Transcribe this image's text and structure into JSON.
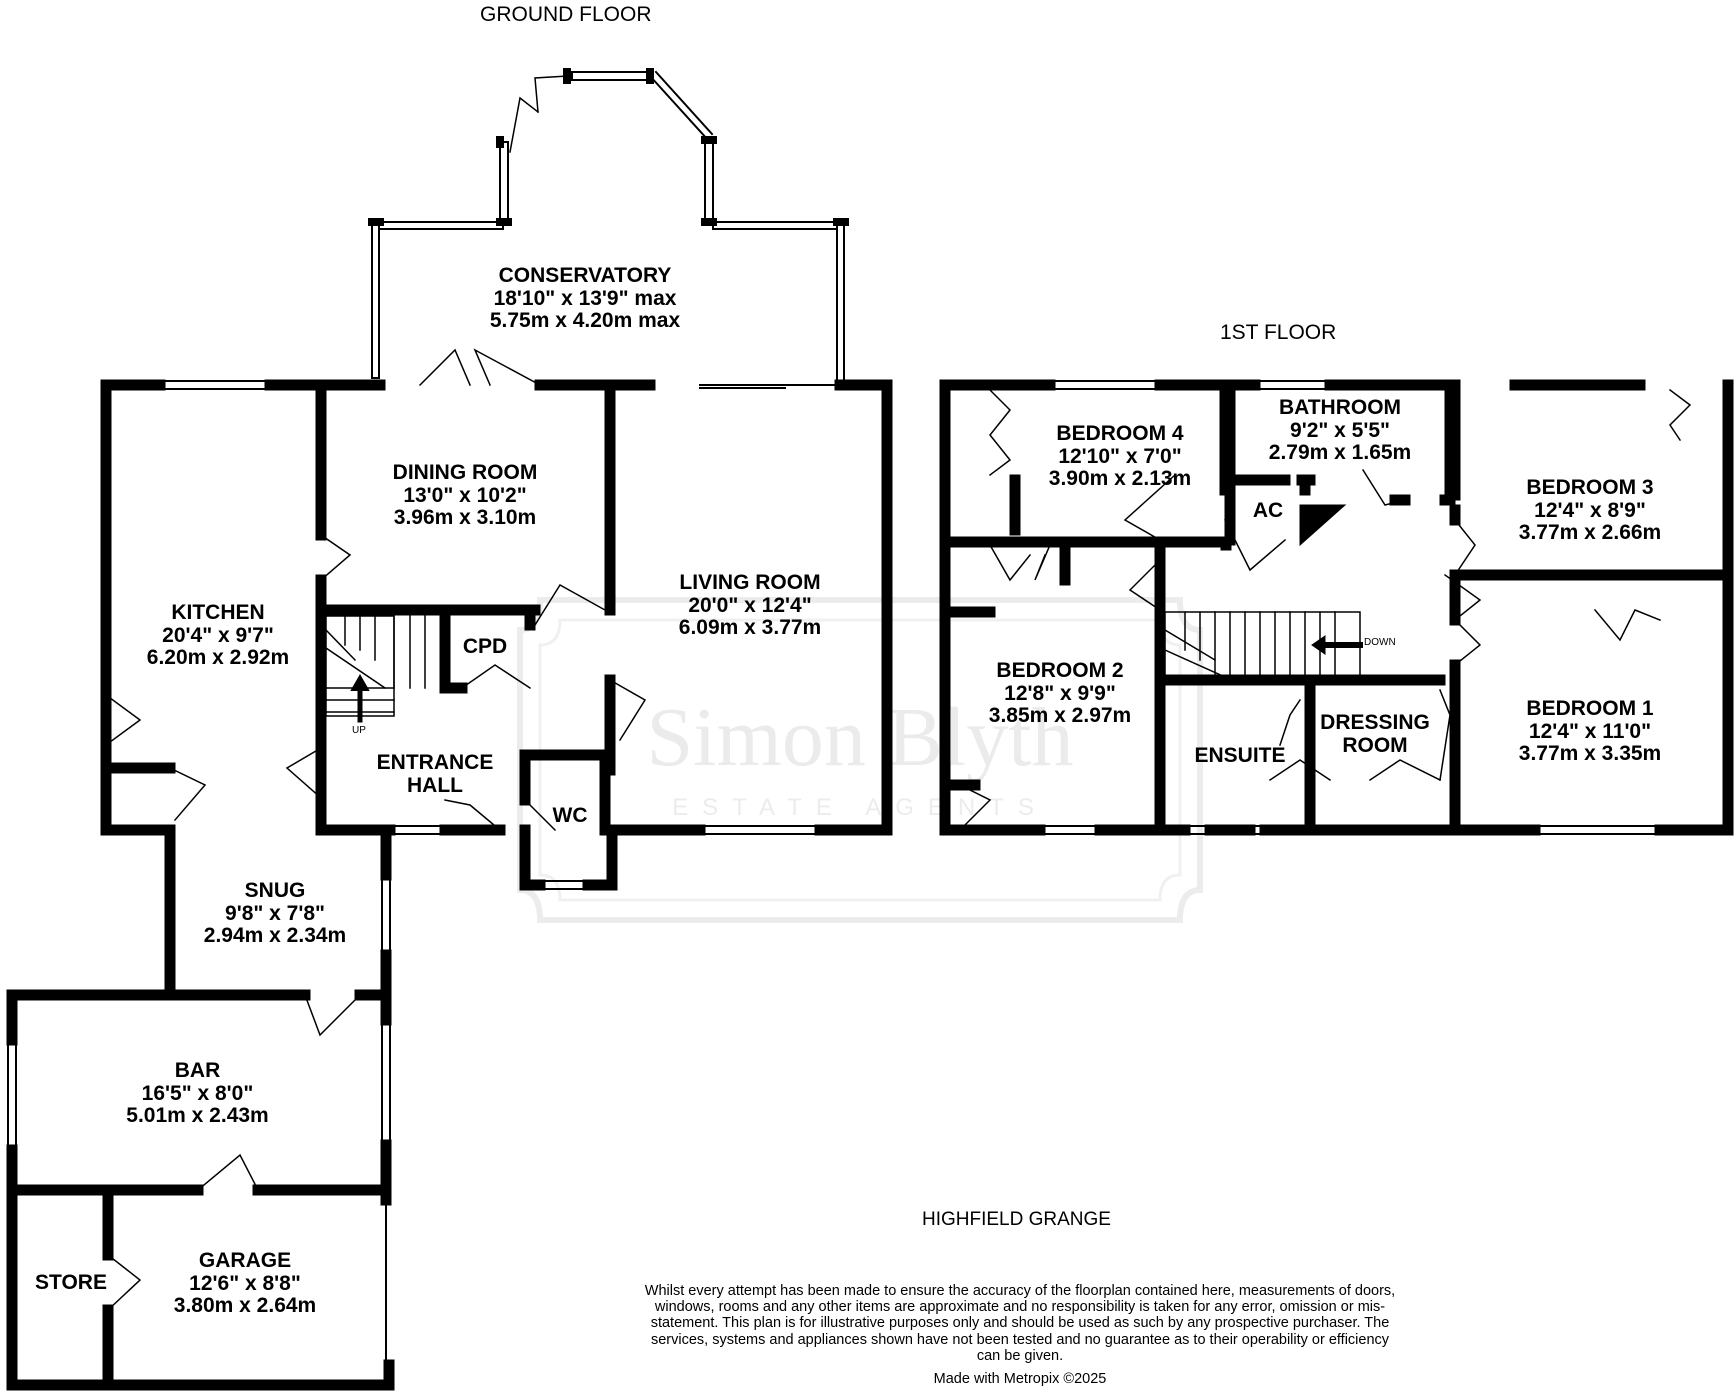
{
  "headings": {
    "ground_floor": "GROUND FLOOR",
    "first_floor": "1ST FLOOR",
    "property_name": "HIGHFIELD GRANGE"
  },
  "watermark": {
    "name": "Simon Blyth",
    "subtitle": "ESTATE AGENTS"
  },
  "rooms": {
    "conservatory": {
      "name": "CONSERVATORY",
      "imperial": "18'10\"  x 13'9\" max",
      "metric": "5.75m  x 4.20m max"
    },
    "dining_room": {
      "name": "DINING ROOM",
      "imperial": "13'0\"  x 10'2\"",
      "metric": "3.96m  x 3.10m"
    },
    "living_room": {
      "name": "LIVING ROOM",
      "imperial": "20'0\"  x 12'4\"",
      "metric": "6.09m  x 3.77m"
    },
    "kitchen": {
      "name": "KITCHEN",
      "imperial": "20'4\"  x 9'7\"",
      "metric": "6.20m  x 2.92m"
    },
    "cpd": {
      "name": "CPD"
    },
    "entrance_hall": {
      "name_line1": "ENTRANCE",
      "name_line2": "HALL"
    },
    "wc": {
      "name": "WC"
    },
    "snug": {
      "name": "SNUG",
      "imperial": "9'8\"  x 7'8\"",
      "metric": "2.94m  x 2.34m"
    },
    "bar": {
      "name": "BAR",
      "imperial": "16'5\"  x 8'0\"",
      "metric": "5.01m  x 2.43m"
    },
    "store": {
      "name": "STORE"
    },
    "garage": {
      "name": "GARAGE",
      "imperial": "12'6\"  x 8'8\"",
      "metric": "3.80m  x 2.64m"
    },
    "bedroom4": {
      "name": "BEDROOM 4",
      "imperial": "12'10\"  x 7'0\"",
      "metric": "3.90m  x 2.13m"
    },
    "bathroom": {
      "name": "BATHROOM",
      "imperial": "9'2\"  x 5'5\"",
      "metric": "2.79m  x 1.65m"
    },
    "bedroom3": {
      "name": "BEDROOM 3",
      "imperial": "12'4\"  x 8'9\"",
      "metric": "3.77m  x 2.66m"
    },
    "ac": {
      "name": "AC"
    },
    "bedroom2": {
      "name": "BEDROOM 2",
      "imperial": "12'8\"  x 9'9\"",
      "metric": "3.85m  x 2.97m"
    },
    "bedroom1": {
      "name": "BEDROOM 1",
      "imperial": "12'4\"  x 11'0\"",
      "metric": "3.77m  x 3.35m"
    },
    "ensuite": {
      "name": "ENSUITE"
    },
    "dressing_room": {
      "name_line1": "DRESSING",
      "name_line2": "ROOM"
    }
  },
  "stairs": {
    "up_label": "UP",
    "down_label": "DOWN"
  },
  "disclaimer": "Whilst every attempt has been made to ensure the accuracy of the floorplan contained here, measurements of doors, windows, rooms and any other items are approximate and no responsibility is taken for any error, omission or mis-statement. This plan is for illustrative purposes only and should be used as such by any prospective purchaser. The services, systems and appliances shown have not been tested and no guarantee as to their operability or efficiency can be given.",
  "credit": "Made with Metropix ©2025"
}
